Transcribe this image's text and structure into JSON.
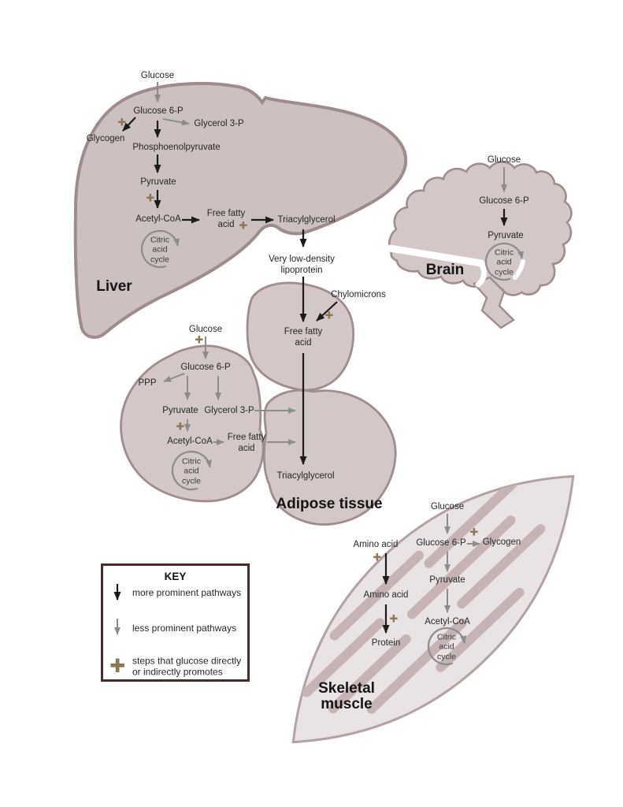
{
  "symbols": {
    "plus": "✚"
  },
  "palette": {
    "liver_fill": "#cdc0c0",
    "organ_fill": "#d3c7c7",
    "muscle_fill": "#eae3e3",
    "muscle_stripe": "#c6b4b4",
    "organ_border": "#a08c8c",
    "muscle_border": "#b3a2a2",
    "black_arrow": "#1b1b1b",
    "gray_arrow": "#8c8c8c",
    "plus": "#8d7851",
    "key_border": "#4f2929",
    "text": "#262626"
  },
  "organs": {
    "liver": {
      "label": "Liver",
      "nodes": {
        "glucose": "Glucose",
        "glucose6p": "Glucose 6-P",
        "glycogen": "Glycogen",
        "glycerol3p": "Glycerol 3-P",
        "pep": "Phosphoenolpyruvate",
        "pyruvate": "Pyruvate",
        "acetylcoa": "Acetyl-CoA",
        "free_fatty_acid": "Free fatty\nacid",
        "triacylglycerol": "Triacylglycerol",
        "citric": "Citric\nacid\ncycle"
      }
    },
    "transport": {
      "vldl": "Very low-density\nlipoprotein",
      "chylomicrons": "Chylomicrons"
    },
    "brain": {
      "label": "Brain",
      "nodes": {
        "glucose": "Glucose",
        "glucose6p": "Glucose 6-P",
        "pyruvate": "Pyruvate",
        "citric": "Citric\nacid\ncycle"
      }
    },
    "adipose": {
      "label": "Adipose tissue",
      "nodes": {
        "free_fatty_acid_top": "Free fatty\nacid",
        "glucose": "Glucose",
        "glucose6p": "Glucose 6-P",
        "ppp": "PPP",
        "pyruvate": "Pyruvate",
        "glycerol3p": "Glycerol 3-P",
        "acetylcoa": "Acetyl-CoA",
        "free_fatty_acid": "Free fatty\nacid",
        "citric": "Citric\nacid\ncycle",
        "triacylglycerol": "Triacylglycerol"
      }
    },
    "muscle": {
      "label": "Skeletal\nmuscle",
      "nodes": {
        "glucose": "Glucose",
        "glucose6p": "Glucose 6-P",
        "glycogen": "Glycogen",
        "pyruvate": "Pyruvate",
        "acetylcoa": "Acetyl-CoA",
        "citric": "Citric\nacid\ncycle",
        "amino_acid_out": "Amino acid",
        "amino_acid_in": "Amino acid",
        "protein": "Protein"
      }
    }
  },
  "key": {
    "title": "KEY",
    "items": [
      {
        "symbol": "more-prominent-arrow",
        "label": "more prominent pathways"
      },
      {
        "symbol": "less-prominent-arrow",
        "label": "less prominent pathways"
      },
      {
        "symbol": "glucose-promotes-plus",
        "label": "steps that glucose directly\nor indirectly promotes"
      }
    ]
  }
}
